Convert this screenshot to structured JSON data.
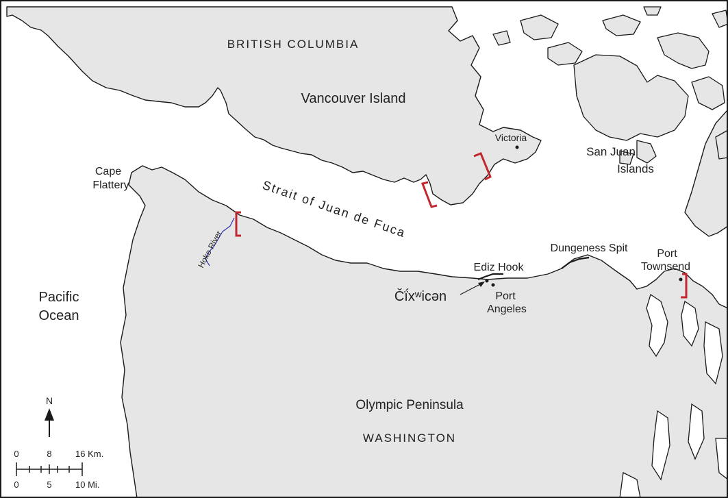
{
  "colors": {
    "land": "#e6e6e6",
    "water": "#ffffff",
    "coast": "#1a1a1a",
    "bracket": "#c0282d",
    "river": "#2b2fb0",
    "text": "#222222"
  },
  "regions": {
    "british_columbia": "BRITISH COLUMBIA",
    "vancouver_island": "Vancouver Island",
    "san_juan_line1": "San Juan",
    "san_juan_line2": "Islands",
    "strait": "Strait of Juan de Fuca",
    "pacific_line1": "Pacific",
    "pacific_line2": "Ocean",
    "olympic": "Olympic Peninsula",
    "washington": "WASHINGTON"
  },
  "places": {
    "victoria": "Victoria",
    "cape_line1": "Cape",
    "cape_line2": "Flattery",
    "hoko_river": "Hoko River",
    "ediz_hook": "Ediz Hook",
    "dungeness_spit": "Dungeness Spit",
    "port_townsend_line1": "Port",
    "port_townsend_line2": "Townsend",
    "port_angeles_line1": "Port",
    "port_angeles_line2": "Angeles",
    "site": "Čḯxʷicən"
  },
  "north_arrow": {
    "label": "N"
  },
  "scale_bar": {
    "km_labels": [
      "0",
      "8",
      "16 Km."
    ],
    "mi_labels": [
      "0",
      "5",
      "10 Mi."
    ]
  }
}
